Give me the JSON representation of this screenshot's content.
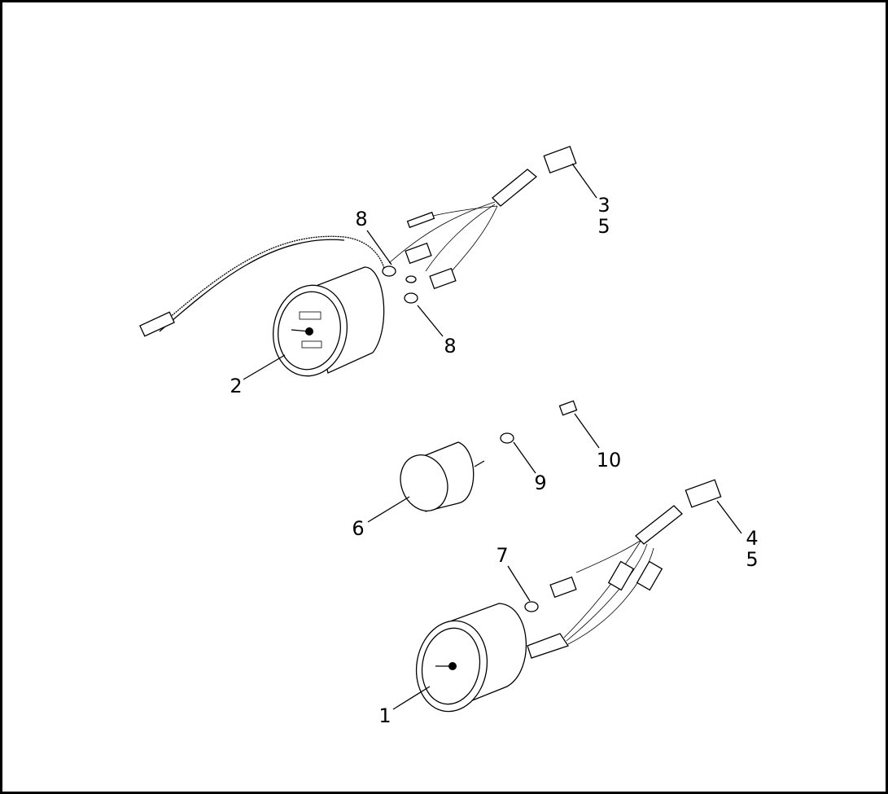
{
  "callouts": [
    {
      "id": "c1",
      "text": "1"
    },
    {
      "id": "c2",
      "text": "2"
    },
    {
      "id": "c3",
      "text": "3"
    },
    {
      "id": "c4",
      "text": "4"
    },
    {
      "id": "c5a",
      "text": "5"
    },
    {
      "id": "c5b",
      "text": "5"
    },
    {
      "id": "c6",
      "text": "6"
    },
    {
      "id": "c7",
      "text": "7"
    },
    {
      "id": "c8a",
      "text": "8"
    },
    {
      "id": "c8b",
      "text": "8"
    },
    {
      "id": "c9",
      "text": "9"
    },
    {
      "id": "c10",
      "text": "10"
    }
  ]
}
